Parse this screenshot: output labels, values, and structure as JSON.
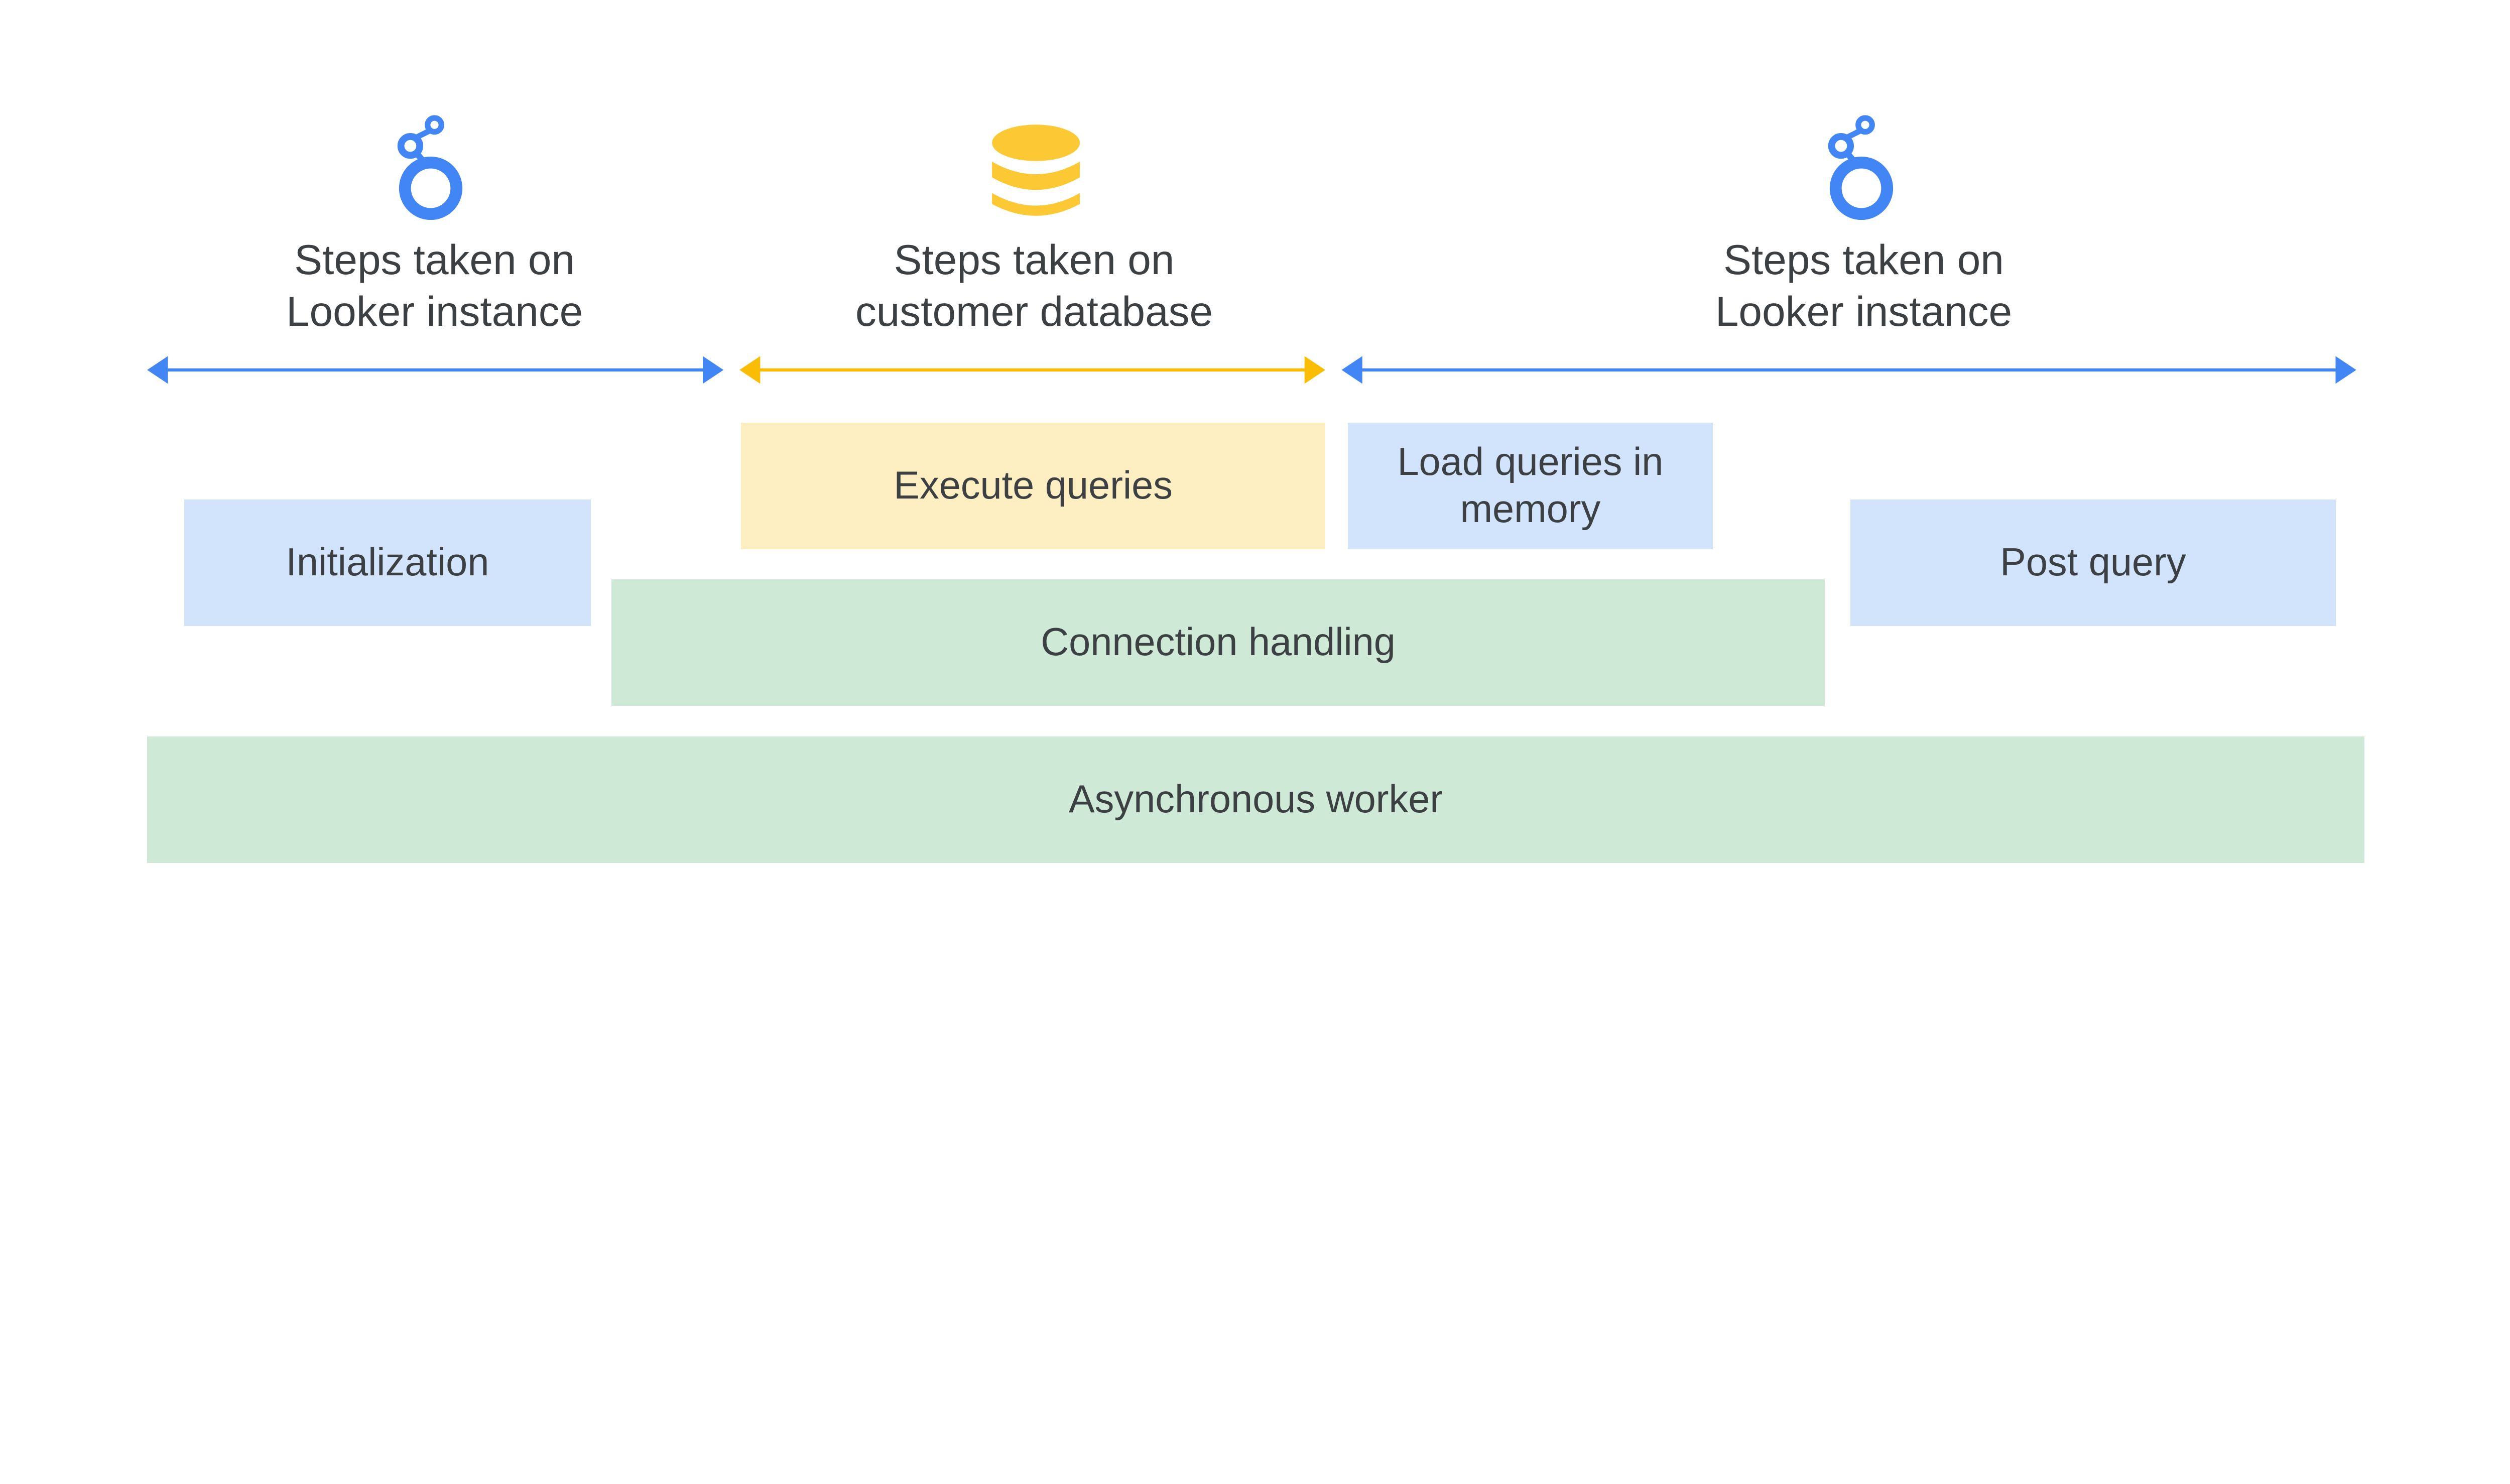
{
  "colors": {
    "looker": "#4285F4",
    "database": "#FBBC04",
    "db_icon": "#FCC934",
    "blue_box": "#D2E3FC",
    "yellow_box": "#FEEFC3",
    "green_box": "#CEEAD6",
    "text": "#3C4043"
  },
  "sections": [
    {
      "icon": "looker-logo-icon",
      "line1": "Steps taken on",
      "line2": "Looker instance"
    },
    {
      "icon": "database-icon",
      "line1": "Steps taken on",
      "line2": "customer database"
    },
    {
      "icon": "looker-logo-icon",
      "line1": "Steps taken on",
      "line2": "Looker instance"
    }
  ],
  "boxes": {
    "initialization": "Initialization",
    "execute": "Execute queries",
    "load": "Load queries in memory",
    "post": "Post query",
    "connection": "Connection handling",
    "async": "Asynchronous worker"
  }
}
